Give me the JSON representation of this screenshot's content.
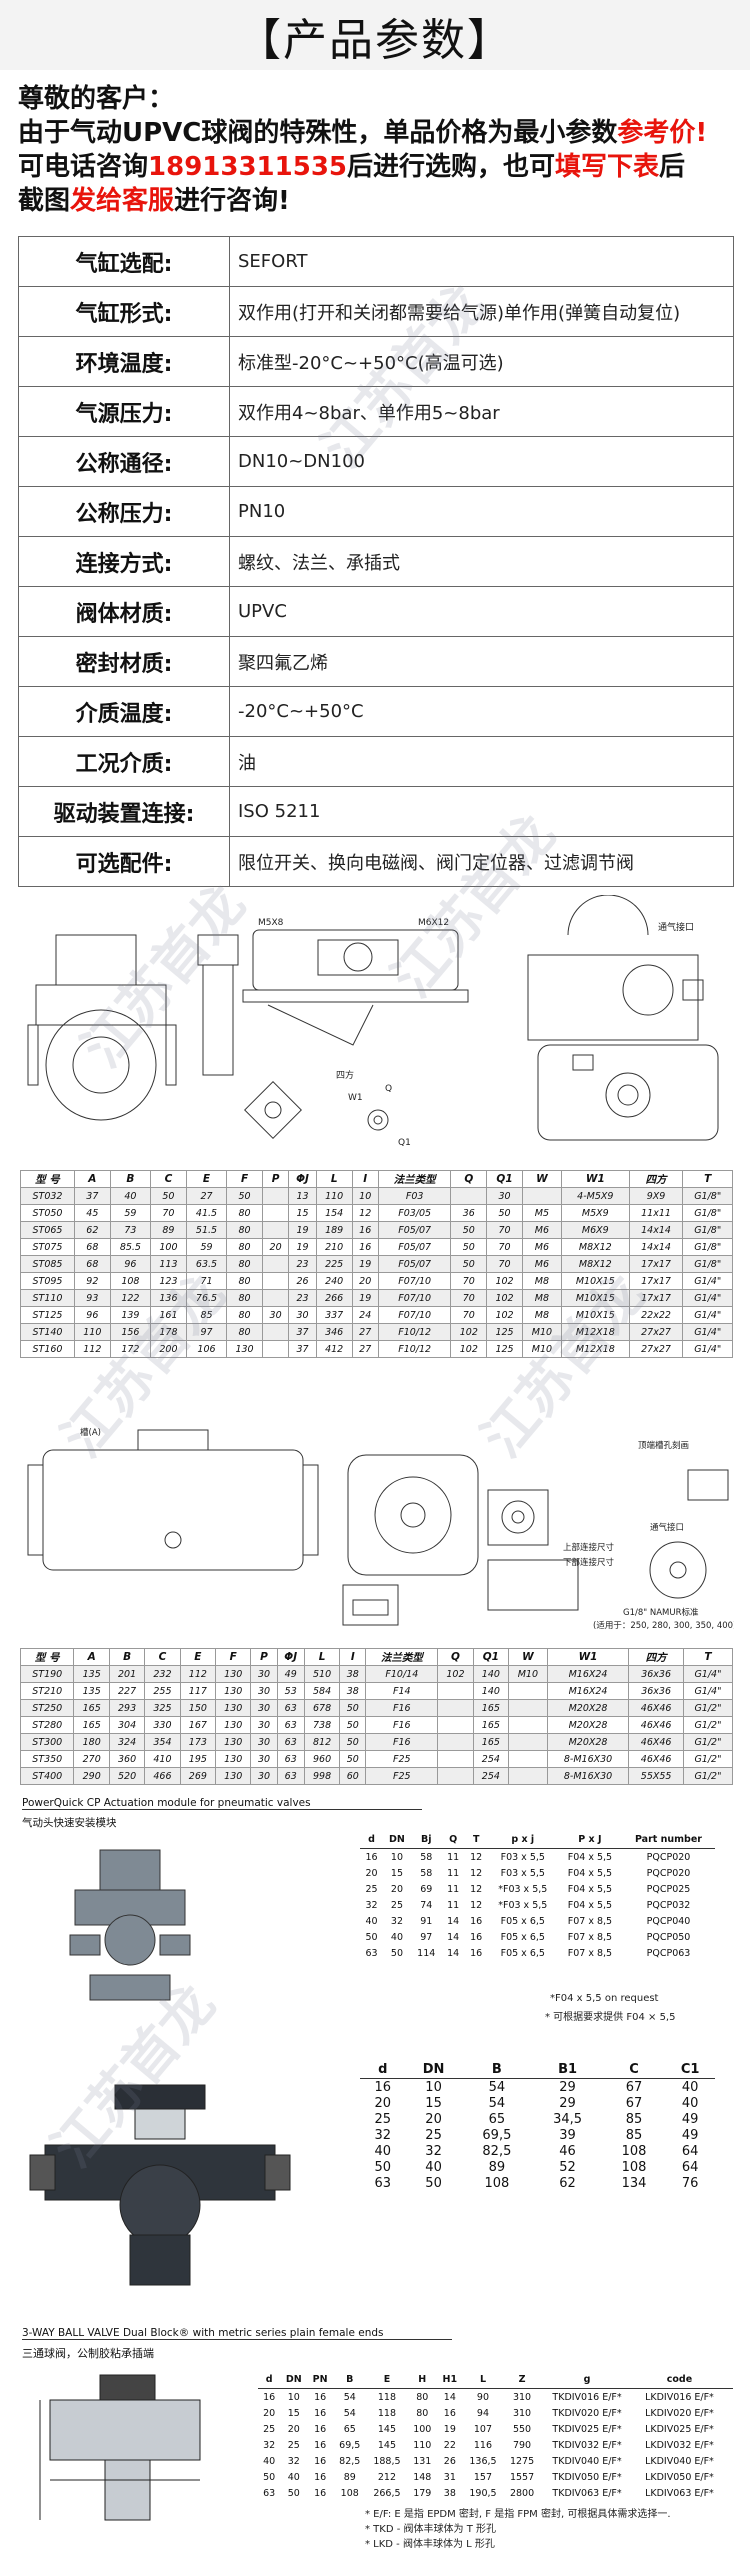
{
  "header": {
    "title": "【产品参数】"
  },
  "intro": {
    "greeting": "尊敬的客户：",
    "line2_a": "由于气动UPVC球阀的特殊性，单品价格为最小参数",
    "line2_red": "参考价!",
    "line3_a": "可电话咨询",
    "phone": "18913311535",
    "line3_b": "后进行选购，也可",
    "line3_red": "填写下表",
    "line3_c": "后",
    "line4_a": "截图",
    "line4_red": "发给客服",
    "line4_b": "进行咨询!"
  },
  "spec_rows": [
    {
      "k": "气缸选配:",
      "v": "SEFORT"
    },
    {
      "k": "气缸形式:",
      "v": "双作用(打开和关闭都需要给气源)单作用(弹簧自动复位)"
    },
    {
      "k": "环境温度:",
      "v": "标准型-20°C~+50°C(高温可选)"
    },
    {
      "k": "气源压力:",
      "v": "双作用4~8bar、单作用5~8bar"
    },
    {
      "k": "公称通径:",
      "v": "DN10~DN100"
    },
    {
      "k": "公称压力:",
      "v": "PN10"
    },
    {
      "k": "连接方式:",
      "v": "螺纹、法兰、承插式"
    },
    {
      "k": "阀体材质:",
      "v": "UPVC"
    },
    {
      "k": "密封材质:",
      "v": "聚四氟乙烯"
    },
    {
      "k": "介质温度:",
      "v": "-20°C~+50°C"
    },
    {
      "k": "工况介质:",
      "v": "油"
    },
    {
      "k": "驱动装置连接:",
      "v": "ISO 5211"
    },
    {
      "k": "可选配件:",
      "v": "限位开关、换向电磁阀、阀门定位器、过滤调节阀"
    }
  ],
  "drawing1_labels": {
    "m5x8": "M5X8",
    "m6x12": "M6X12",
    "sifang": "四方",
    "airport": "通气接口",
    "w1": "W1",
    "q": "Q",
    "q1": "Q1"
  },
  "table1": {
    "headers": [
      "型 号",
      "A",
      "B",
      "C",
      "E",
      "F",
      "P",
      "ΦJ",
      "L",
      "I",
      "法兰类型",
      "Q",
      "Q1",
      "W",
      "W1",
      "四方",
      "T"
    ],
    "rows": [
      [
        "ST032",
        "37",
        "40",
        "50",
        "27",
        "50",
        "",
        "13",
        "110",
        "10",
        "F03",
        "",
        "30",
        "",
        "4-M5X9",
        "9X9",
        "G1/8\""
      ],
      [
        "ST050",
        "45",
        "59",
        "70",
        "41.5",
        "80",
        "",
        "15",
        "154",
        "12",
        "F03/05",
        "36",
        "50",
        "M5",
        "M5X9",
        "11x11",
        "G1/8\""
      ],
      [
        "ST065",
        "62",
        "73",
        "89",
        "51.5",
        "80",
        "",
        "19",
        "189",
        "16",
        "F05/07",
        "50",
        "70",
        "M6",
        "M6X9",
        "14x14",
        "G1/8\""
      ],
      [
        "ST075",
        "68",
        "85.5",
        "100",
        "59",
        "80",
        "20",
        "19",
        "210",
        "16",
        "F05/07",
        "50",
        "70",
        "M6",
        "M8X12",
        "14x14",
        "G1/8\""
      ],
      [
        "ST085",
        "68",
        "96",
        "113",
        "63.5",
        "80",
        "",
        "23",
        "225",
        "19",
        "F05/07",
        "50",
        "70",
        "M6",
        "M8X12",
        "17x17",
        "G1/8\""
      ],
      [
        "ST095",
        "92",
        "108",
        "123",
        "71",
        "80",
        "",
        "26",
        "240",
        "20",
        "F07/10",
        "70",
        "102",
        "M8",
        "M10X15",
        "17x17",
        "G1/4\""
      ],
      [
        "ST110",
        "93",
        "122",
        "136",
        "76.5",
        "80",
        "",
        "23",
        "266",
        "19",
        "F07/10",
        "70",
        "102",
        "M8",
        "M10X15",
        "17x17",
        "G1/4\""
      ],
      [
        "ST125",
        "96",
        "139",
        "161",
        "85",
        "80",
        "30",
        "30",
        "337",
        "24",
        "F07/10",
        "70",
        "102",
        "M8",
        "M10X15",
        "22x22",
        "G1/4\""
      ],
      [
        "ST140",
        "110",
        "156",
        "178",
        "97",
        "80",
        "",
        "37",
        "346",
        "27",
        "F10/12",
        "102",
        "125",
        "M10",
        "M12X18",
        "27x27",
        "G1/4\""
      ],
      [
        "ST160",
        "112",
        "172",
        "200",
        "106",
        "130",
        "",
        "37",
        "412",
        "27",
        "F10/12",
        "102",
        "125",
        "M10",
        "M12X18",
        "27x27",
        "G1/4\""
      ]
    ]
  },
  "drawing2_labels": {
    "a": "槽(A)",
    "b": "顶端槽孔刻画",
    "c": "上部连接尺寸",
    "d": "下部连接尺寸",
    "e": "通气接口",
    "f": "G1/8\" NAMUR标准",
    "g": "(适用于：250, 280, 300, 350, 400)"
  },
  "table2": {
    "headers": [
      "型 号",
      "A",
      "B",
      "C",
      "E",
      "F",
      "P",
      "ΦJ",
      "L",
      "I",
      "法兰类型",
      "Q",
      "Q1",
      "W",
      "W1",
      "四方",
      "T"
    ],
    "rows": [
      [
        "ST190",
        "135",
        "201",
        "232",
        "112",
        "130",
        "30",
        "49",
        "510",
        "38",
        "F10/14",
        "102",
        "140",
        "M10",
        "M16X24",
        "36x36",
        "G1/4\""
      ],
      [
        "ST210",
        "135",
        "227",
        "255",
        "117",
        "130",
        "30",
        "53",
        "584",
        "38",
        "F14",
        "",
        "140",
        "",
        "M16X24",
        "36x36",
        "G1/4\""
      ],
      [
        "ST250",
        "165",
        "293",
        "325",
        "150",
        "130",
        "30",
        "63",
        "678",
        "50",
        "F16",
        "",
        "165",
        "",
        "M20X28",
        "46X46",
        "G1/2\""
      ],
      [
        "ST280",
        "165",
        "304",
        "330",
        "167",
        "130",
        "30",
        "63",
        "738",
        "50",
        "F16",
        "",
        "165",
        "",
        "M20X28",
        "46X46",
        "G1/2\""
      ],
      [
        "ST300",
        "180",
        "324",
        "354",
        "173",
        "130",
        "30",
        "63",
        "812",
        "50",
        "F16",
        "",
        "165",
        "",
        "M20X28",
        "46X46",
        "G1/2\""
      ],
      [
        "ST350",
        "270",
        "360",
        "410",
        "195",
        "130",
        "30",
        "63",
        "960",
        "50",
        "F25",
        "",
        "254",
        "",
        "8-M16X30",
        "46X46",
        "G1/2\""
      ],
      [
        "ST400",
        "290",
        "520",
        "466",
        "269",
        "130",
        "30",
        "63",
        "998",
        "60",
        "F25",
        "",
        "254",
        "",
        "8-M16X30",
        "55X55",
        "G1/2\""
      ]
    ]
  },
  "section3": {
    "title": "PowerQuick CP  Actuation module for pneumatic valves",
    "subtitle": "气动头快速安装模块"
  },
  "table3": {
    "headers": [
      "d",
      "DN",
      "Bj",
      "Q",
      "T",
      "p x j",
      "P x J",
      "Part number"
    ],
    "rows": [
      [
        "16",
        "10",
        "58",
        "11",
        "12",
        "F03 x 5,5",
        "F04 x 5,5",
        "PQCP020"
      ],
      [
        "20",
        "15",
        "58",
        "11",
        "12",
        "F03 x 5,5",
        "F04 x 5,5",
        "PQCP020"
      ],
      [
        "25",
        "20",
        "69",
        "11",
        "12",
        "*F03 x 5,5",
        "F04 x 5,5",
        "PQCP025"
      ],
      [
        "32",
        "25",
        "74",
        "11",
        "12",
        "*F03 x 5,5",
        "F04 x 5,5",
        "PQCP032"
      ],
      [
        "40",
        "32",
        "91",
        "14",
        "16",
        "F05 x 6,5",
        "F07 x 8,5",
        "PQCP040"
      ],
      [
        "50",
        "40",
        "97",
        "14",
        "16",
        "F05 x 6,5",
        "F07 x 8,5",
        "PQCP050"
      ],
      [
        "63",
        "50",
        "114",
        "14",
        "16",
        "F05 x 6,5",
        "F07 x 8,5",
        "PQCP063"
      ]
    ],
    "note1": "*F04 x 5,5 on request",
    "note2": "* 可根据要求提供 F04 × 5,5"
  },
  "table4": {
    "headers": [
      "d",
      "DN",
      "B",
      "B1",
      "C",
      "C1"
    ],
    "rows": [
      [
        "16",
        "10",
        "54",
        "29",
        "67",
        "40"
      ],
      [
        "20",
        "15",
        "54",
        "29",
        "67",
        "40"
      ],
      [
        "25",
        "20",
        "65",
        "34,5",
        "85",
        "49"
      ],
      [
        "32",
        "25",
        "69,5",
        "39",
        "85",
        "49"
      ],
      [
        "40",
        "32",
        "82,5",
        "46",
        "108",
        "64"
      ],
      [
        "50",
        "40",
        "89",
        "52",
        "108",
        "64"
      ],
      [
        "63",
        "50",
        "108",
        "62",
        "134",
        "76"
      ]
    ]
  },
  "section5": {
    "title": "3-WAY BALL VALVE Dual Block® with metric series plain female ends",
    "subtitle": "三通球阀，公制胶粘承插端"
  },
  "table5": {
    "headers": [
      "d",
      "DN",
      "PN",
      "B",
      "E",
      "H",
      "H1",
      "L",
      "Z",
      "g",
      "code",
      ""
    ],
    "rows": [
      [
        "16",
        "10",
        "16",
        "54",
        "118",
        "80",
        "14",
        "90",
        "310",
        "TKDIV016 E/F*",
        "LKDIV016 E/F*"
      ],
      [
        "20",
        "15",
        "16",
        "54",
        "118",
        "80",
        "16",
        "94",
        "310",
        "TKDIV020 E/F*",
        "LKDIV020 E/F*"
      ],
      [
        "25",
        "20",
        "16",
        "65",
        "145",
        "100",
        "19",
        "107",
        "550",
        "TKDIV025 E/F*",
        "LKDIV025 E/F*"
      ],
      [
        "32",
        "25",
        "16",
        "69,5",
        "145",
        "110",
        "22",
        "116",
        "790",
        "TKDIV032 E/F*",
        "LKDIV032 E/F*"
      ],
      [
        "40",
        "32",
        "16",
        "82,5",
        "188,5",
        "131",
        "26",
        "136,5",
        "1275",
        "TKDIV040 E/F*",
        "LKDIV040 E/F*"
      ],
      [
        "50",
        "40",
        "16",
        "89",
        "212",
        "148",
        "31",
        "157",
        "1557",
        "TKDIV050 E/F*",
        "LKDIV050 E/F*"
      ],
      [
        "63",
        "50",
        "16",
        "108",
        "266,5",
        "179",
        "38",
        "190,5",
        "2800",
        "TKDIV063 E/F*",
        "LKDIV063 E/F*"
      ]
    ],
    "note1": "* E/F: E 是指 EPDM 密封, F 是指 FPM 密封, 可根据具体需求选择一.",
    "note2": "* TKD - 阀体丰球体为 T 形孔",
    "note3": "* LKD - 阀体丰球体为 L 形孔"
  },
  "watermark": "江苏首龙"
}
